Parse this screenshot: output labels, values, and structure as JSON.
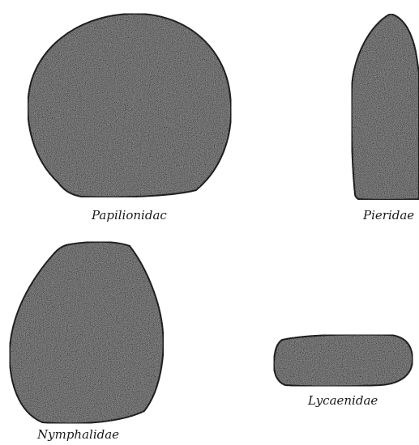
{
  "figure": {
    "shapes": [
      {
        "id": "papilionidae",
        "label": "Papilionidac"
      },
      {
        "id": "pieridae",
        "label": "Pieridae"
      },
      {
        "id": "nymphalidae",
        "label": "Nymphalidae"
      },
      {
        "id": "lycaenidae",
        "label": "Lycaenidae"
      }
    ]
  },
  "colors": {
    "fill_base": "#9a9a9a",
    "outline": "#2e2e2e",
    "label_text": "#1a1a1a",
    "background": "#ffffff"
  }
}
